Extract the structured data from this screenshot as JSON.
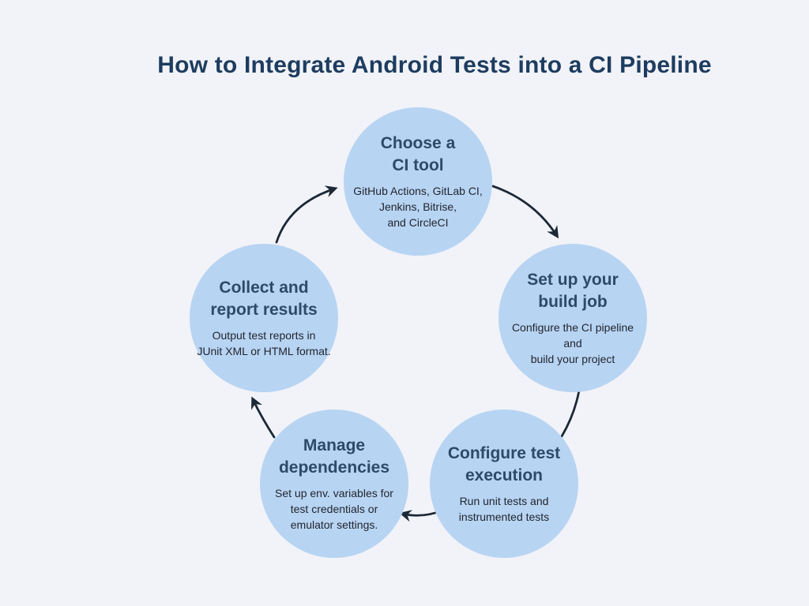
{
  "page": {
    "title": "How to Integrate Android Tests into a CI Pipeline",
    "background_color": "#f1f3f8",
    "title_color": "#1d3c5f"
  },
  "diagram": {
    "type": "cycle",
    "circle_fill_color": "#b8d4f3",
    "heading_color": "#2d4a68",
    "body_color": "#21262e",
    "arrow_color": "#1c2836",
    "steps": [
      {
        "id": "choose-ci-tool",
        "heading": "Choose a\nCI tool",
        "body": "GitHub Actions, GitLab CI,\nJenkins, Bitrise,\nand CircleCI"
      },
      {
        "id": "set-up-build-job",
        "heading": "Set up your\nbuild job",
        "body": "Configure the CI pipeline and\nbuild your project"
      },
      {
        "id": "configure-test-execution",
        "heading": "Configure test\nexecution",
        "body": "Run unit tests and\ninstrumented tests"
      },
      {
        "id": "manage-dependencies",
        "heading": "Manage\ndependencies",
        "body": "Set up env. variables for\ntest credentials or\nemulator settings."
      },
      {
        "id": "collect-report-results",
        "heading": "Collect and\nreport results",
        "body": "Output test reports in\nJUnit XML or HTML format."
      }
    ]
  }
}
